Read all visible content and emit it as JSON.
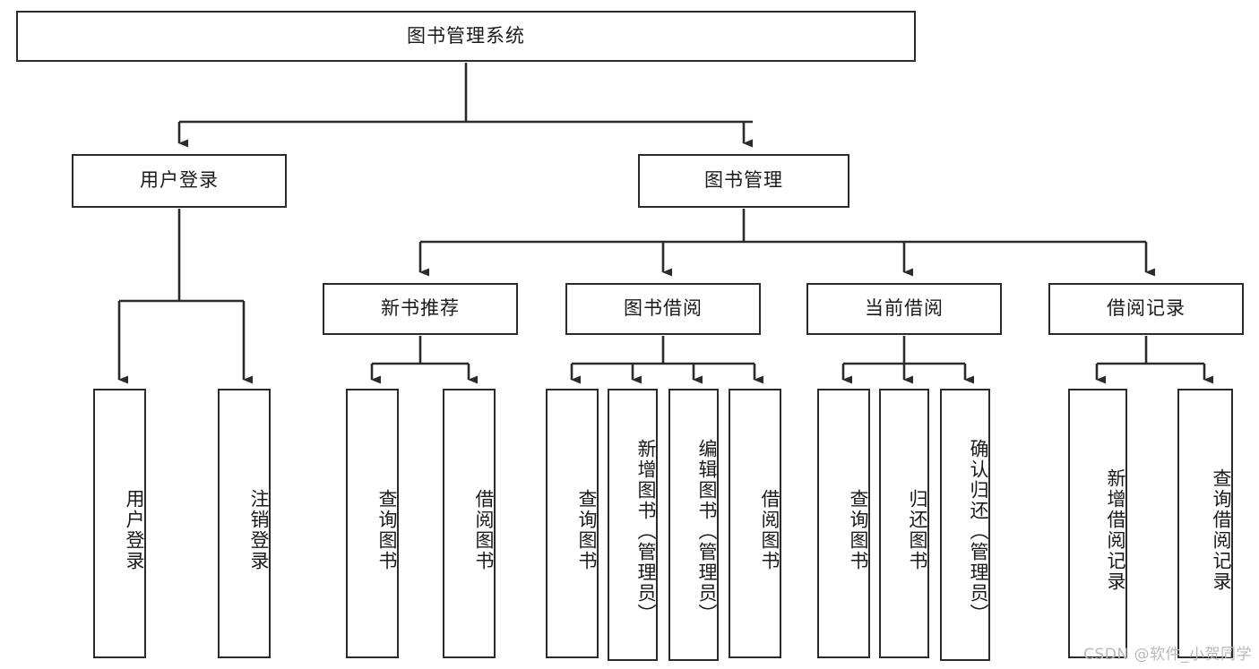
{
  "diagram": {
    "title": "图书管理系统",
    "type": "tree-hierarchy-chart",
    "root": {
      "label": "图书管理系统"
    },
    "level1": [
      {
        "label": "用户登录"
      },
      {
        "label": "图书管理"
      }
    ],
    "level2": [
      {
        "label": "新书推荐"
      },
      {
        "label": "图书借阅"
      },
      {
        "label": "当前借阅"
      },
      {
        "label": "借阅记录"
      }
    ],
    "leaves": {
      "user_login": [
        {
          "label": "用户登录"
        },
        {
          "label": "注销登录"
        }
      ],
      "new_book_recommend": [
        {
          "label": "查询图书"
        },
        {
          "label": "借阅图书"
        }
      ],
      "book_borrow": [
        {
          "label": "查询图书"
        },
        {
          "label": "新增图书（管理员）"
        },
        {
          "label": "编辑图书（管理员）"
        },
        {
          "label": "借阅图书"
        }
      ],
      "current_borrow": [
        {
          "label": "查询图书"
        },
        {
          "label": "归还图书"
        },
        {
          "label": "确认归还（管理员）"
        }
      ],
      "borrow_record": [
        {
          "label": "新增借阅记录"
        },
        {
          "label": "查询借阅记录"
        }
      ]
    },
    "watermark": "CSDN @软件_小贺同学",
    "colors": {
      "border": "#2b2b2b",
      "text": "#1a1a1a",
      "background": "#ffffff",
      "watermark": "#b9b9b9"
    }
  }
}
